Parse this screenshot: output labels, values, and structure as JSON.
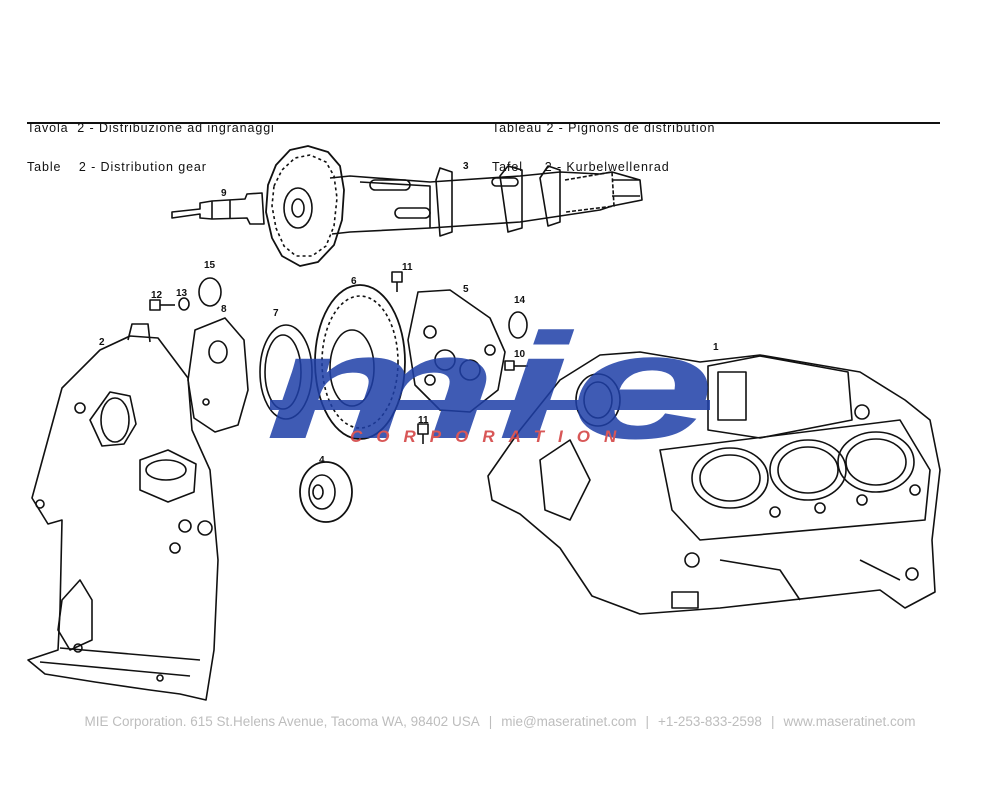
{
  "header": {
    "left_line1": "Tavola  2 - Distribuzione ad ingranaggi",
    "left_line2": "Table    2 - Distribution gear",
    "right_line1": "Tableau 2 - Pignons de distribution",
    "right_line2": "Tafel     2 - Kurbelwellenrad"
  },
  "watermark": {
    "logo_text": "mie",
    "sub_text": "CORPORATION",
    "color_blue": "#1e3fa8",
    "color_red": "#d23a3a"
  },
  "parts": [
    {
      "number": "1"
    },
    {
      "number": "2"
    },
    {
      "number": "3"
    },
    {
      "number": "4"
    },
    {
      "number": "5"
    },
    {
      "number": "6"
    },
    {
      "number": "7"
    },
    {
      "number": "8"
    },
    {
      "number": "9"
    },
    {
      "number": "10"
    },
    {
      "number": "11"
    },
    {
      "number": "11"
    },
    {
      "number": "12"
    },
    {
      "number": "13"
    },
    {
      "number": "14"
    },
    {
      "number": "15"
    }
  ],
  "footer": {
    "address": "MIE Corporation. 615 St.Helens Avenue, Tacoma WA, 98402 USA",
    "email": "mie@maseratinet.com",
    "phone": "+1-253-833-2598",
    "website": "www.maseratinet.com",
    "separator": "|"
  }
}
